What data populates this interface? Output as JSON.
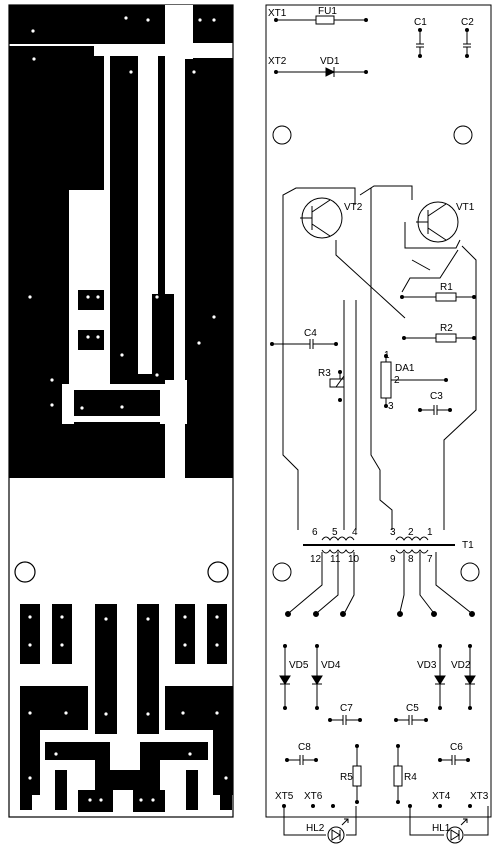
{
  "components": {
    "xt1": "XT1",
    "xt2": "XT2",
    "fu1": "FU1",
    "vd1": "VD1",
    "c1": "C1",
    "c2": "C2",
    "vt2": "VT2",
    "vt1": "VT1",
    "r1": "R1",
    "r2": "R2",
    "c4": "C4",
    "da1": "DA1",
    "r3": "R3",
    "c3": "C3",
    "t1": "T1",
    "vd5": "VD5",
    "vd4": "VD4",
    "vd3": "VD3",
    "vd2": "VD2",
    "c7": "C7",
    "c5": "C5",
    "c8": "C8",
    "c6": "C6",
    "r5": "R5",
    "r4": "R4",
    "xt5": "XT5",
    "xt6": "XT6",
    "xt4": "XT4",
    "xt3": "XT3",
    "hl2": "HL2",
    "hl1": "HL1"
  },
  "da1_pins": {
    "p1": "1",
    "p2": "2",
    "p3": "3"
  },
  "transformer_pins": {
    "top": [
      "6",
      "5",
      "4",
      "3",
      "2",
      "1"
    ],
    "bottom": [
      "12",
      "11",
      "10",
      "9",
      "8",
      "7"
    ]
  },
  "colors": {
    "copper": "#000000",
    "board": "#ffffff",
    "outline": "#000000"
  }
}
